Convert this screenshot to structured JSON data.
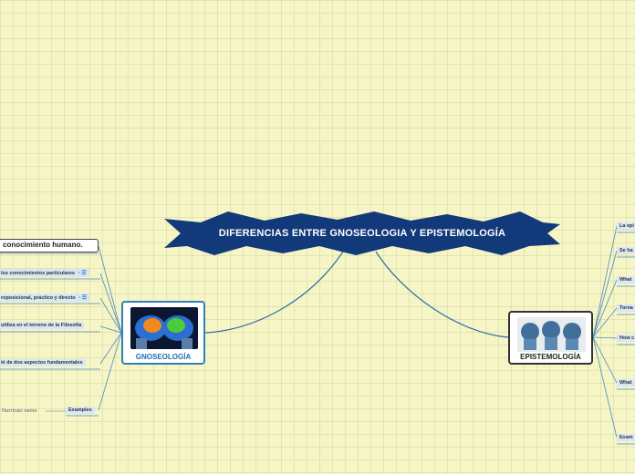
{
  "central": {
    "title": "DIFERENCIAS ENTRE GNOSEOLOGIA Y EPISTEMOLOGÍA",
    "color": "#123a7a"
  },
  "gnoseologia": {
    "label": "GNOSEOLOGÍA",
    "main_topic": "conocimiento humano.",
    "subtopics": [
      "los conocimientos particulares",
      "roposicional, práctico y directo",
      "utiliza en el terreno de la Filosofía",
      "ié de dos aspectos fundamentales",
      "Examples"
    ],
    "example_child": "Hurrican name"
  },
  "epistemologia": {
    "label": "EPISTEMOLOGÍA",
    "subtopics": [
      "La epi",
      "Se ha",
      "What",
      "Torna",
      "How c",
      "What",
      "Exam"
    ]
  },
  "colors": {
    "branch": "#2e6fa8",
    "accent": "#2f7fb8",
    "background": "#f6f5c6"
  },
  "icons": [
    "note-icon"
  ]
}
